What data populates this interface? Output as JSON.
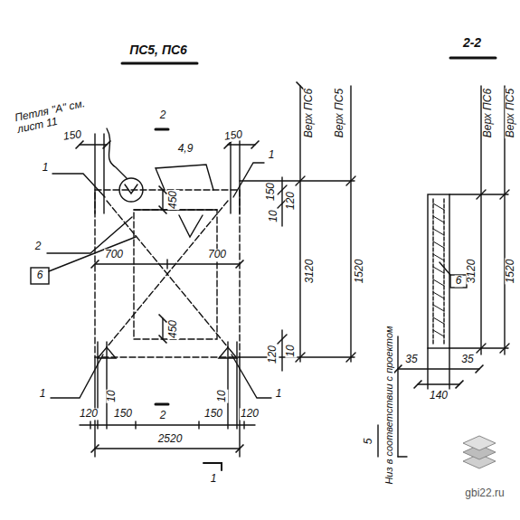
{
  "diagram": {
    "title": "ПС5, ПС6",
    "labels": [
      "2-2",
      "Петля \"А\" см. лист 11",
      "4,9",
      "2",
      "150",
      "150",
      "1",
      "1",
      "450",
      "10",
      "120",
      "150",
      "2",
      "6",
      "700",
      "700",
      "3120",
      "1520",
      "Верх ПС6",
      "Верх ПС5",
      "450",
      "10",
      "120",
      "1",
      "1",
      "120",
      "10",
      "150",
      "150",
      "10",
      "120",
      "2",
      "2520",
      "1",
      "Верх ПС6",
      "Верх ПС5",
      "3120",
      "1520",
      "6",
      "35",
      "35",
      "140",
      "Низ в соответствии с проектом",
      "5",
      "gbi22.ru"
    ]
  }
}
